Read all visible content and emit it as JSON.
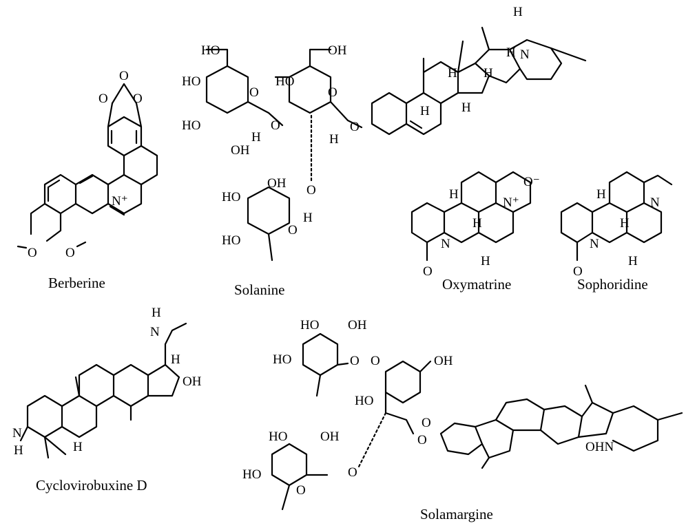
{
  "figure": {
    "compounds": [
      {
        "id": "berberine",
        "name": "Berberine"
      },
      {
        "id": "solanine",
        "name": "Solanine"
      },
      {
        "id": "oxymatrine",
        "name": "Oxymatrine"
      },
      {
        "id": "sophoridine",
        "name": "Sophoridine"
      },
      {
        "id": "cyclovirobuxine",
        "name": "Cyclovirobuxine D"
      },
      {
        "id": "solamargine",
        "name": "Solamargine"
      }
    ],
    "atom_labels": {
      "O": "O",
      "OH": "OH",
      "HO": "HO",
      "H": "H",
      "N": "N",
      "N_plus": "N⁺",
      "O_minus": "O⁻",
      "HN": "HN",
      "OHN": "OHN"
    }
  }
}
